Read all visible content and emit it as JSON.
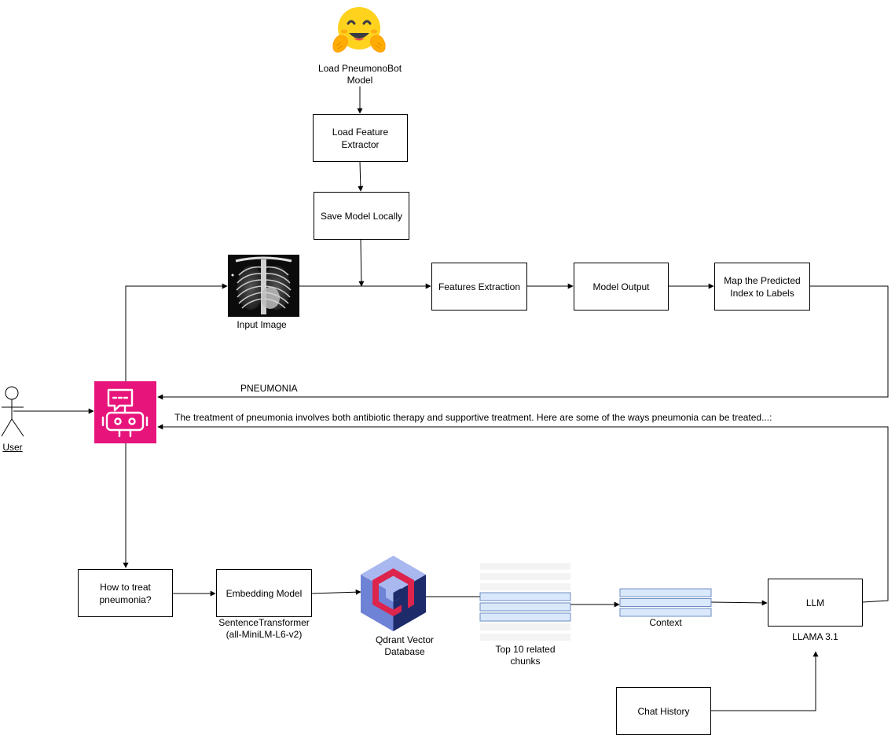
{
  "hub": {
    "emoji": "🤗",
    "caption": "Load PneumonoBot Model"
  },
  "steps": {
    "load_feature_extractor": "Load Feature Extractor",
    "save_model_locally": "Save Model Locally",
    "features_extraction": "Features Extraction",
    "model_output": "Model Output",
    "map_labels": "Map the Predicted Index to Labels"
  },
  "input_image": {
    "caption": "Input Image"
  },
  "user": {
    "label": "User"
  },
  "responses": {
    "prediction": "PNEUMONIA",
    "treatment": "The treatment of pneumonia involves both antibiotic therapy and supportive treatment. Here are some of the ways pneumonia can be treated...:"
  },
  "rag": {
    "question": "How to treat pneumonia?",
    "embedding_model": "Embedding Model",
    "embedding_caption": "SentenceTransformer (all-MiniLM-L6-v2)",
    "qdrant_caption": "Qdrant Vector Database",
    "chunks_caption": "Top 10 related chunks",
    "context_caption": "Context",
    "llm": "LLM",
    "llm_caption": "LLAMA 3.1",
    "chat_history": "Chat History"
  },
  "colors": {
    "bot_bg": "#e7157b",
    "chunk_fill": "#dae8fc",
    "chunk_stroke": "#6c8ebf",
    "qdrant_red": "#dc244c",
    "qdrant_blue": "#8a9ce0"
  }
}
